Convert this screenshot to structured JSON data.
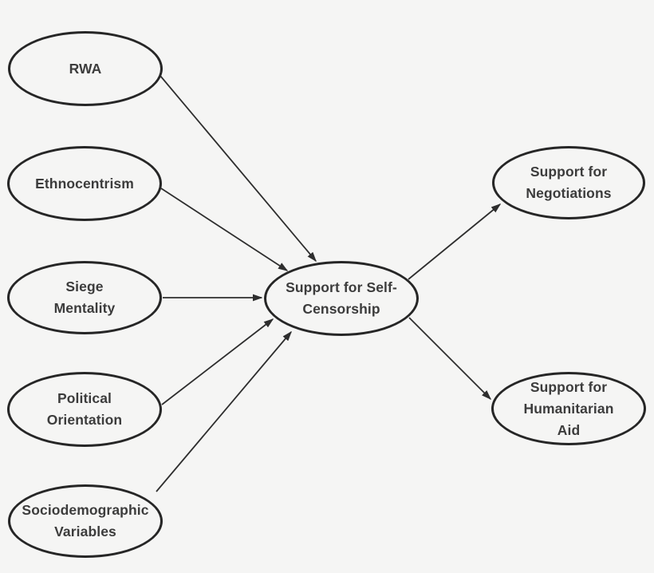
{
  "figure": {
    "background_color": "#f5f5f4",
    "outline_color": "#262626",
    "text_color": "#3c3c3c",
    "arrow_color": "#2e2e2e"
  },
  "diagram": {
    "type": "path-model",
    "nodes": [
      {
        "id": "rwa",
        "label": "RWA",
        "lines": [
          "RWA"
        ],
        "role": "predictor"
      },
      {
        "id": "ethnocentrism",
        "label": "Ethnocentrism",
        "lines": [
          "Ethnocentrism"
        ],
        "role": "predictor"
      },
      {
        "id": "siege-mentality",
        "label": "Siege Mentality",
        "lines": [
          "Siege",
          "Mentality"
        ],
        "role": "predictor"
      },
      {
        "id": "political-orientation",
        "label": "Political Orientation",
        "lines": [
          "Political",
          "Orientation"
        ],
        "role": "predictor"
      },
      {
        "id": "sociodemographic-variables",
        "label": "Sociodemographic Variables",
        "lines": [
          "Sociodemographic",
          "Variables"
        ],
        "role": "predictor"
      },
      {
        "id": "self-censorship",
        "label": "Support for Self-Censorship",
        "lines": [
          "Support for Self-",
          "Censorship"
        ],
        "role": "mediator"
      },
      {
        "id": "negotiations",
        "label": "Support for Negotiations",
        "lines": [
          "Support for",
          "Negotiations"
        ],
        "role": "outcome"
      },
      {
        "id": "humanitarian-aid",
        "label": "Support for Humanitarian Aid",
        "lines": [
          "Support for",
          "Humanitarian",
          "Aid"
        ],
        "role": "outcome"
      }
    ],
    "edges": [
      {
        "from": "rwa",
        "to": "self-censorship"
      },
      {
        "from": "ethnocentrism",
        "to": "self-censorship"
      },
      {
        "from": "siege-mentality",
        "to": "self-censorship"
      },
      {
        "from": "political-orientation",
        "to": "self-censorship"
      },
      {
        "from": "sociodemographic-variables",
        "to": "self-censorship"
      },
      {
        "from": "self-censorship",
        "to": "negotiations"
      },
      {
        "from": "self-censorship",
        "to": "humanitarian-aid"
      }
    ]
  }
}
